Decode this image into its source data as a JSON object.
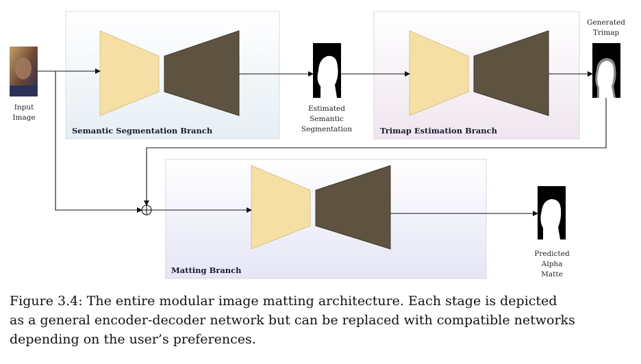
{
  "branches": {
    "semantic": "Semantic Segmentation Branch",
    "trimap": "Trimap Estimation Branch",
    "matting": "Matting Branch"
  },
  "labels": {
    "input": [
      "Input",
      "Image"
    ],
    "estimated": [
      "Estimated",
      "Semantic",
      "Segmentation"
    ],
    "generated": [
      "Generated",
      "Trimap"
    ],
    "predicted": [
      "Predicted",
      "Alpha",
      "Matte"
    ]
  },
  "caption": {
    "line1": "Figure 3.4:  The entire modular image matting architecture.  Each stage is depicted",
    "line2": "as a general encoder-decoder network but can be replaced with compatible networks",
    "line3": "depending on the user’s preferences."
  },
  "colors": {
    "encoder": "#f5dfa5",
    "decoder": "#5e5341",
    "semantic_bg_top": "#ffffff",
    "semantic_bg_bottom": "#e6eef4",
    "trimap_bg_top": "#ffffff",
    "trimap_bg_bottom": "#efe6ef",
    "matting_bg_top": "#ffffff",
    "matting_bg_bottom": "#e5e5f6"
  }
}
